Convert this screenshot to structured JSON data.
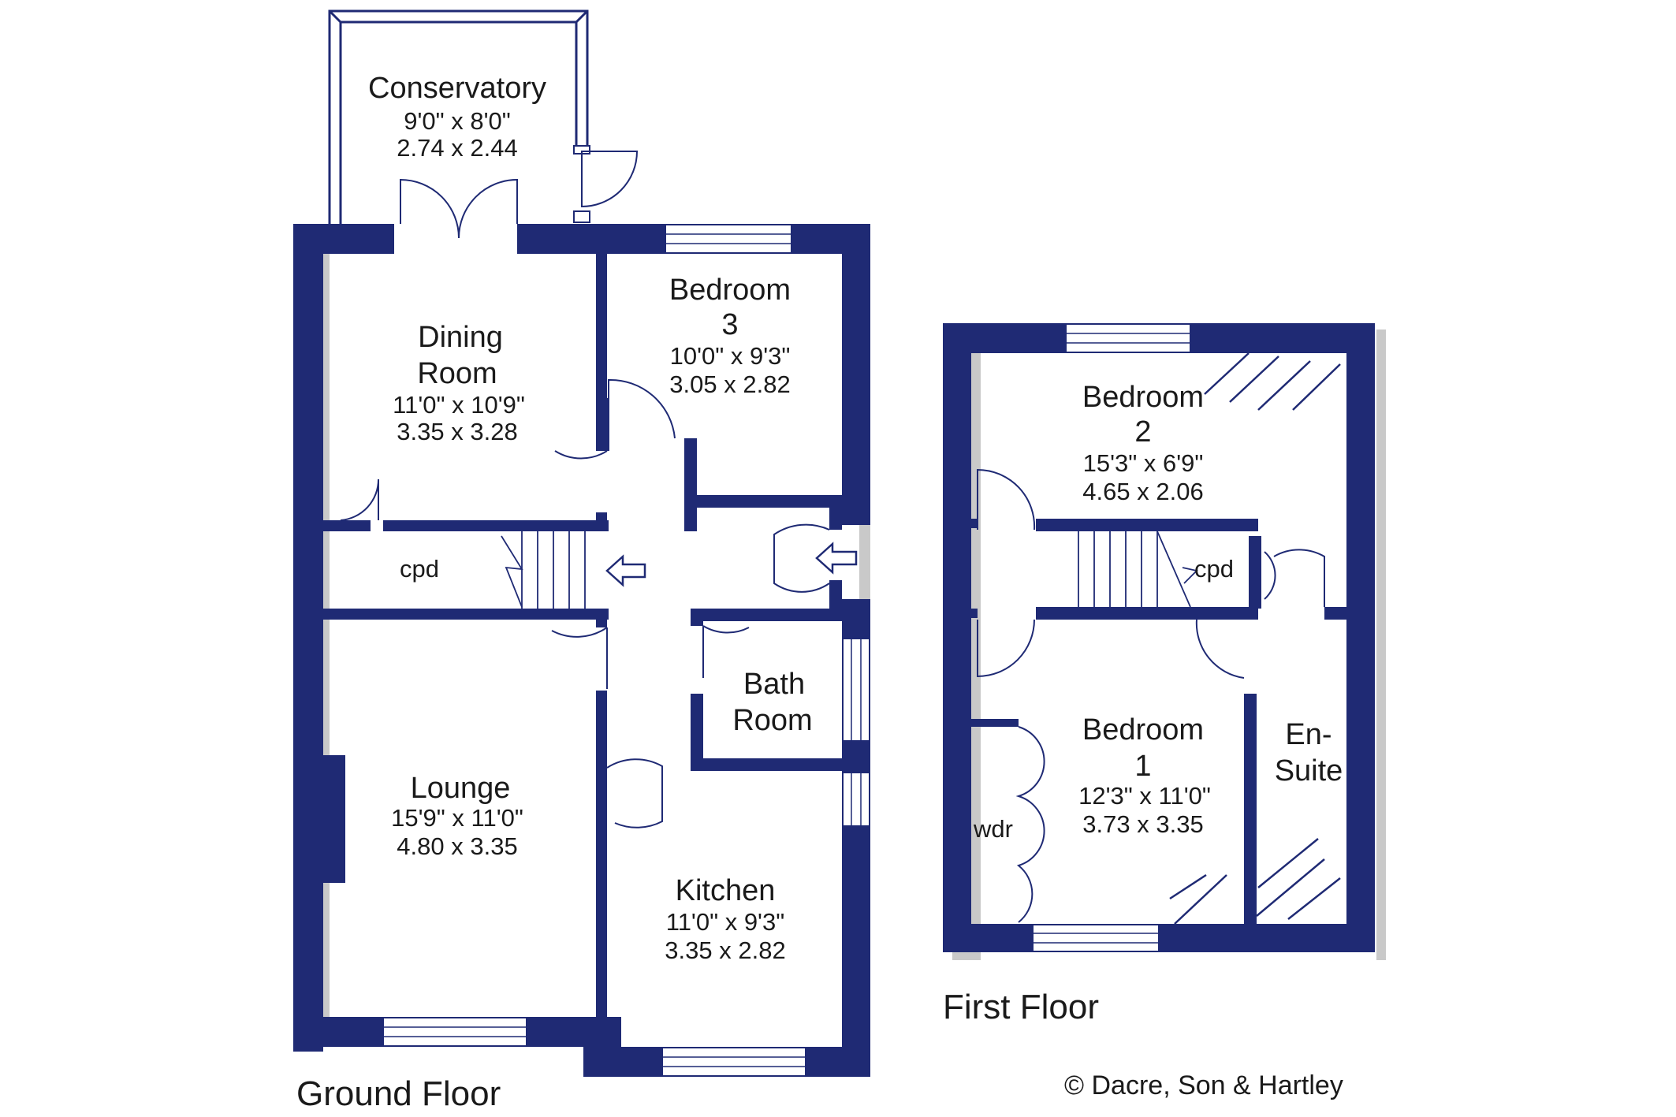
{
  "rooms": {
    "conservatory": {
      "name": "Conservatory",
      "imperial": "9'0\"  x  8'0\"",
      "metric": "2.74  x  2.44"
    },
    "dining": {
      "name_line1": "Dining",
      "name_line2": "Room",
      "imperial": "11'0\"  x  10'9\"",
      "metric": "3.35  x  3.28"
    },
    "bedroom3": {
      "name_line1": "Bedroom",
      "name_line2": "3",
      "imperial": "10'0\"  x  9'3\"",
      "metric": "3.05  x  2.82"
    },
    "cpd_ground": {
      "name": "cpd"
    },
    "bathroom": {
      "name_line1": "Bath",
      "name_line2": "Room"
    },
    "lounge": {
      "name": "Lounge",
      "imperial": "15'9\"  x  11'0\"",
      "metric": "4.80  x  3.35"
    },
    "kitchen": {
      "name": "Kitchen",
      "imperial": "11'0\"  x  9'3\"",
      "metric": "3.35  x  2.82"
    },
    "bedroom2": {
      "name_line1": "Bedroom",
      "name_line2": "2",
      "imperial": "15'3\"  x  6'9\"",
      "metric": "4.65  x  2.06"
    },
    "cpd_first": {
      "name": "cpd"
    },
    "bedroom1": {
      "name_line1": "Bedroom",
      "name_line2": "1",
      "imperial": "12'3\"  x  11'0\"",
      "metric": "3.73  x  3.35"
    },
    "wdr": {
      "name": "wdr"
    },
    "ensuite": {
      "name_line1": "En-",
      "name_line2": "Suite"
    }
  },
  "floors": {
    "ground": "Ground Floor",
    "first": "First Floor"
  },
  "copyright": "© Dacre, Son & Hartley",
  "colors": {
    "wall": "#1f2a74",
    "background": "#ffffff"
  }
}
